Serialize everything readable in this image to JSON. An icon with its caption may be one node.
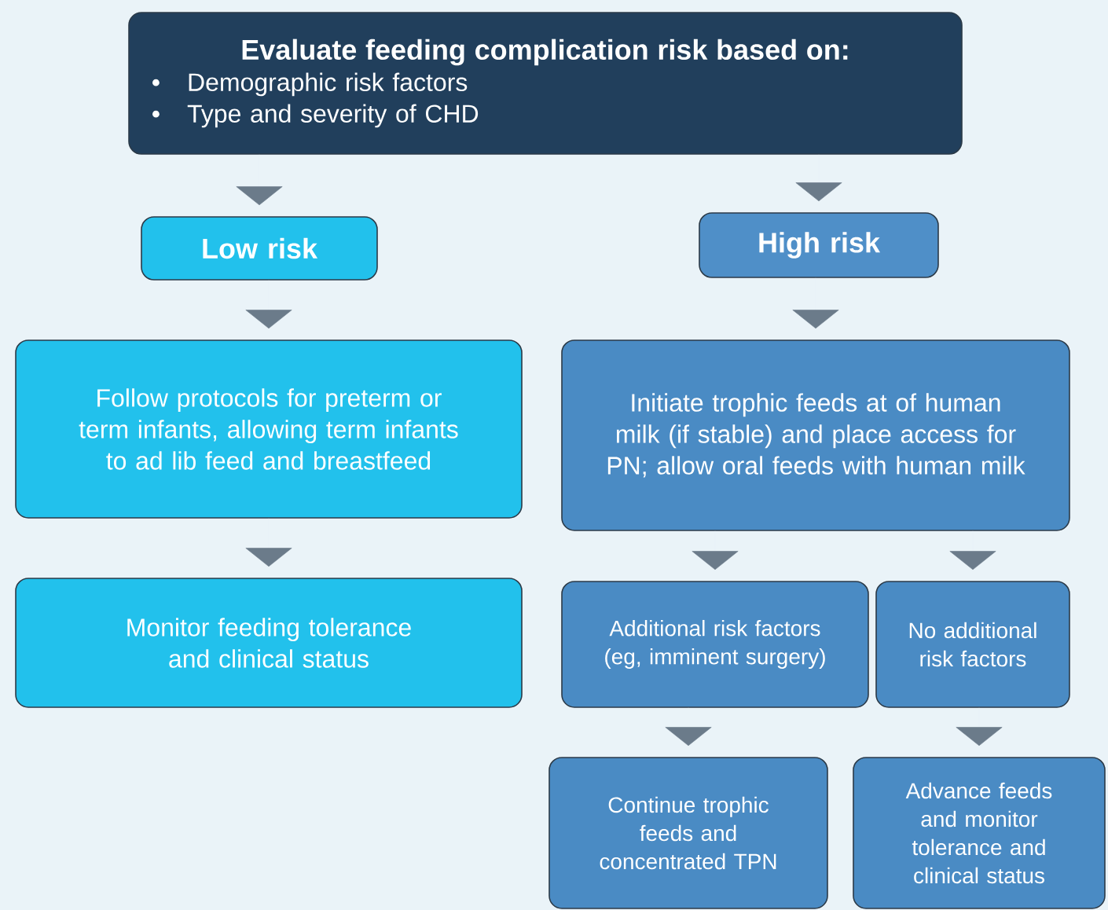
{
  "diagram": {
    "nodes": [
      {
        "text": [
          "Evaluate feeding complication risk based on:",
          "Demographic risk factors",
          "Type and severity of CHD"
        ]
      },
      {
        "text": [
          "Low risk"
        ]
      },
      {
        "text": [
          "High risk"
        ]
      },
      {
        "text": [
          "Follow protocols for preterm or term infants, allowing term infants to ad lib feed and breastfeed"
        ]
      },
      {
        "text": [
          "Initiate trophic feeds at of human milk (if stable) and place access for PN; allow oral feeds with human milk"
        ]
      },
      {
        "text": [
          "Monitor feeding tolerance and clinical status"
        ]
      },
      {
        "text": [
          "Additional risk factors (eg, imminent surgery)"
        ]
      },
      {
        "text": [
          "No additional risk factors"
        ]
      },
      {
        "text": [
          "Continue trophic feeds and concentrated TPN"
        ]
      },
      {
        "text": [
          "Advance feeds and monitor tolerance and clinical status"
        ]
      }
    ],
    "edges": [
      {
        "from": 0,
        "to": 1,
        "arrow": "to"
      },
      {
        "from": 0,
        "to": 2,
        "arrow": "to"
      },
      {
        "from": 1,
        "to": 3,
        "arrow": "to"
      },
      {
        "from": 2,
        "to": 4,
        "arrow": "to"
      },
      {
        "from": 3,
        "to": 5,
        "arrow": "to"
      },
      {
        "from": 4,
        "to": 6,
        "arrow": "to"
      },
      {
        "from": 4,
        "to": 7,
        "arrow": "to"
      },
      {
        "from": 6,
        "to": 8,
        "arrow": "to"
      },
      {
        "from": 7,
        "to": 9,
        "arrow": "to"
      }
    ]
  }
}
